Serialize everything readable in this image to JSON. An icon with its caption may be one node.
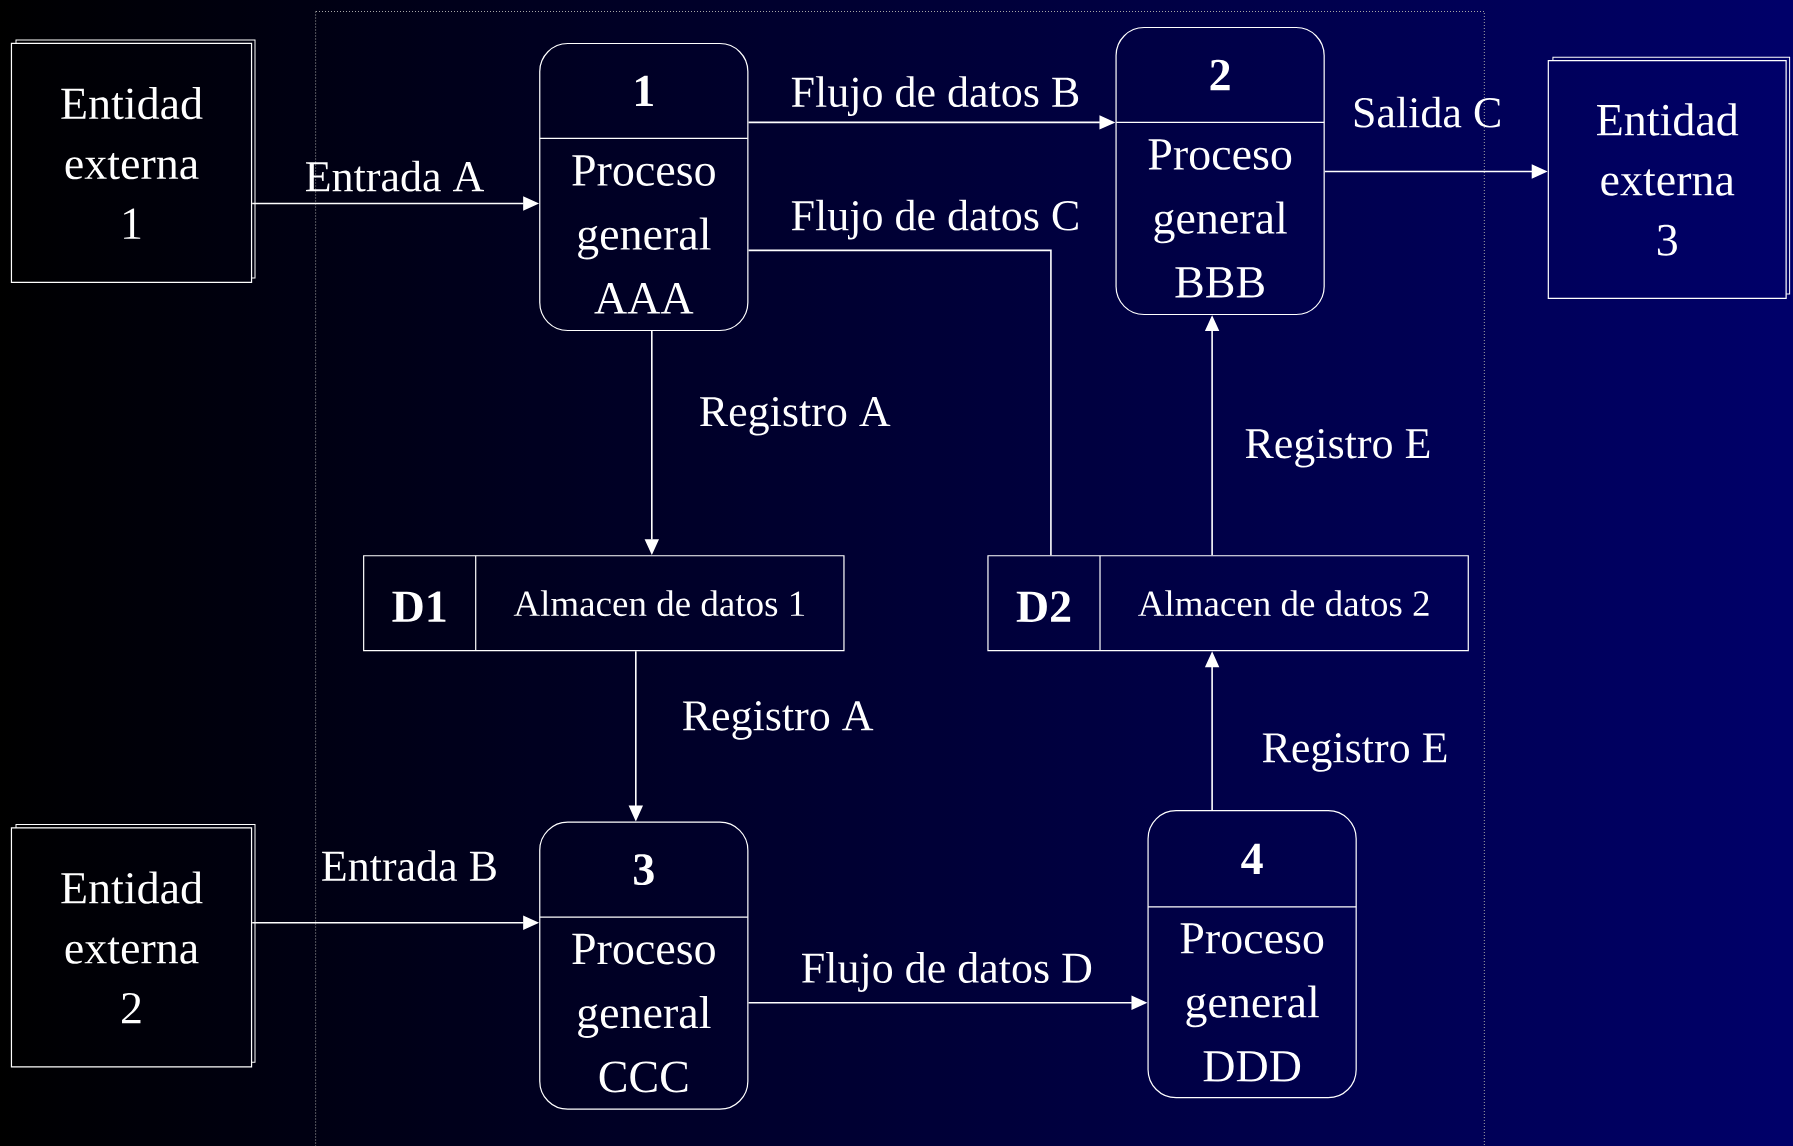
{
  "diagram": {
    "nodes": [
      {
        "text": [
          "Entidad externa 1"
        ]
      },
      {
        "text": [
          "1",
          "Proceso general AAA"
        ]
      },
      {
        "text": [
          "2",
          "Proceso general BBB"
        ]
      },
      {
        "text": [
          "Entidad externa 3"
        ]
      },
      {
        "text": [
          "D1",
          "Almacen de datos 1"
        ]
      },
      {
        "text": [
          "D2",
          "Almacen de datos 2"
        ]
      },
      {
        "text": [
          "Entidad externa 2"
        ]
      },
      {
        "text": [
          "3",
          "Proceso general CCC"
        ]
      },
      {
        "text": [
          "4",
          "Proceso general DDD"
        ]
      }
    ],
    "edges": [
      {
        "from": 0,
        "to": 1,
        "arrow": "to",
        "label": "Entrada A"
      },
      {
        "from": 1,
        "to": 2,
        "arrow": "to",
        "label": "Flujo de datos B"
      },
      {
        "from": 1,
        "to": 5,
        "arrow": "none",
        "label": "Flujo de datos C"
      },
      {
        "from": 2,
        "to": 3,
        "arrow": "to",
        "label": "Salida C"
      },
      {
        "from": 1,
        "to": 4,
        "arrow": "to",
        "label": "Registro A"
      },
      {
        "from": 4,
        "to": 7,
        "arrow": "to",
        "label": "Registro A"
      },
      {
        "from": 5,
        "to": 2,
        "arrow": "to",
        "label": "Registro E"
      },
      {
        "from": 6,
        "to": 7,
        "arrow": "to",
        "label": "Entrada B"
      },
      {
        "from": 7,
        "to": 8,
        "arrow": "to",
        "label": "Flujo de datos D"
      },
      {
        "from": 8,
        "to": 5,
        "arrow": "to",
        "label": "Registro E"
      }
    ]
  }
}
